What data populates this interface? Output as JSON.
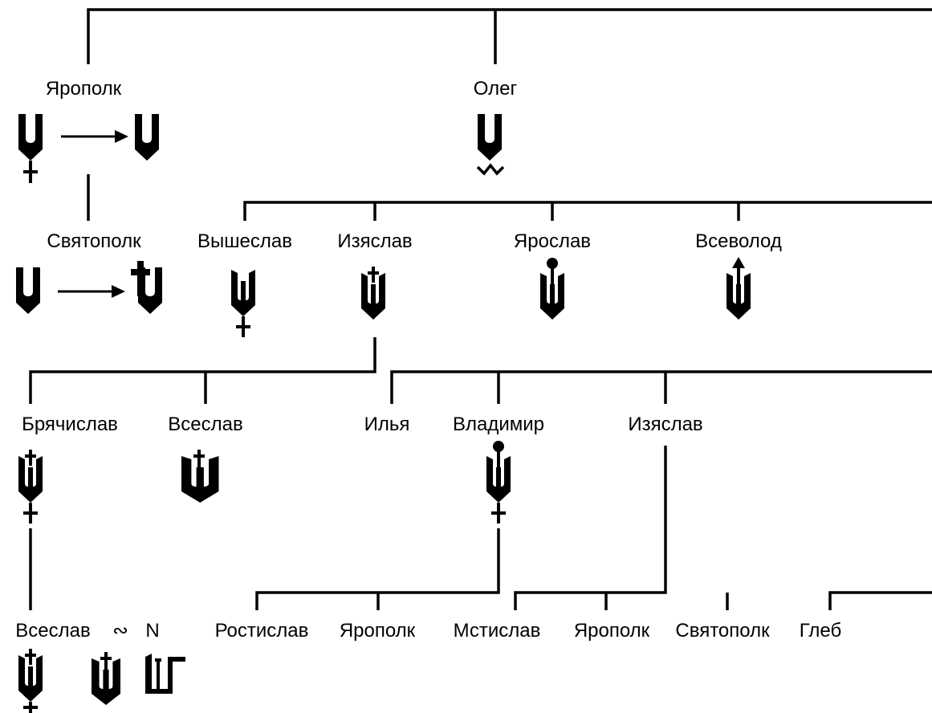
{
  "colors": {
    "ink": "#000000",
    "background": "#ffffff"
  },
  "names": {
    "yaropolk": "Ярополк",
    "oleg": "Олег",
    "svyatopolk": "Святополк",
    "vysheslav": "Вышеслав",
    "izyaslav": "Изяслав",
    "yaroslav": "Ярослав",
    "vsevolod": "Всеволод",
    "bryachislav": "Брячислав",
    "vseslav": "Всеслав",
    "ilya": "Илья",
    "vladimir": "Владимир",
    "izyaslav2": "Изяслав",
    "vseslav2": "Всеслав",
    "marriage_symbol": "∾",
    "spouse": "N",
    "rostislav": "Ростислав",
    "yaropolk2": "Ярополк",
    "mstislav": "Мстислав",
    "yaropolk3": "Ярополк",
    "svyatopolk2": "Святополк",
    "gleb": "Глеб"
  },
  "icons": [
    "bident-cross-icon",
    "arrow-right-icon",
    "bident-icon",
    "bident-zigzag-icon",
    "bident-icon",
    "arrow-right-icon",
    "bident-cross-top-icon",
    "trident-cross-icon",
    "trident-cross-top-icon",
    "trident-ring-icon",
    "trident-arrow-icon",
    "trident-double-cross-icon",
    "trident-cross-top-icon",
    "trident-ring-cross-icon",
    "trident-double-cross-icon",
    "trident-cross-top-icon",
    "trident-square-icon"
  ]
}
